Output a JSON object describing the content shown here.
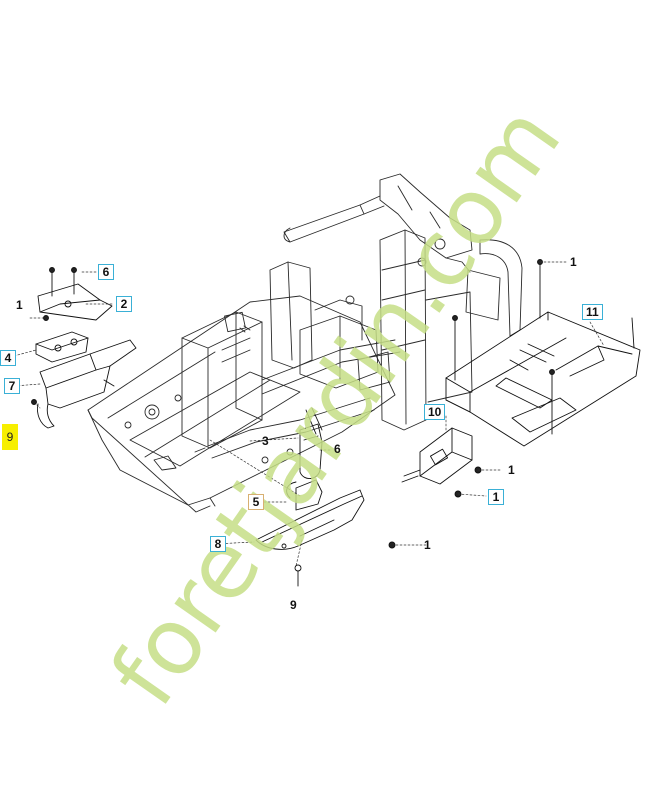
{
  "watermark": {
    "text": "foretjardin.com",
    "color": "#c6de86"
  },
  "callout_colors": {
    "blue_box": "#3ab0d6",
    "tan_box": "#d8b072",
    "highlight": "#f7ef00"
  },
  "callouts": [
    {
      "id": "c6-top",
      "text": "6"
    },
    {
      "id": "c1-left",
      "text": "1"
    },
    {
      "id": "c2",
      "text": "2"
    },
    {
      "id": "c4",
      "text": "4"
    },
    {
      "id": "c7",
      "text": "7"
    },
    {
      "id": "c9-left",
      "text": "9"
    },
    {
      "id": "c3",
      "text": "3"
    },
    {
      "id": "c6-mid",
      "text": "6"
    },
    {
      "id": "c5",
      "text": "5"
    },
    {
      "id": "c8",
      "text": "8"
    },
    {
      "id": "c9-bottom",
      "text": "9"
    },
    {
      "id": "c1-mid",
      "text": "1"
    },
    {
      "id": "c10",
      "text": "10"
    },
    {
      "id": "c1-right-a",
      "text": "1"
    },
    {
      "id": "c1-right-b",
      "text": "1"
    },
    {
      "id": "c1-top-right",
      "text": "1"
    },
    {
      "id": "c11",
      "text": "11"
    }
  ]
}
